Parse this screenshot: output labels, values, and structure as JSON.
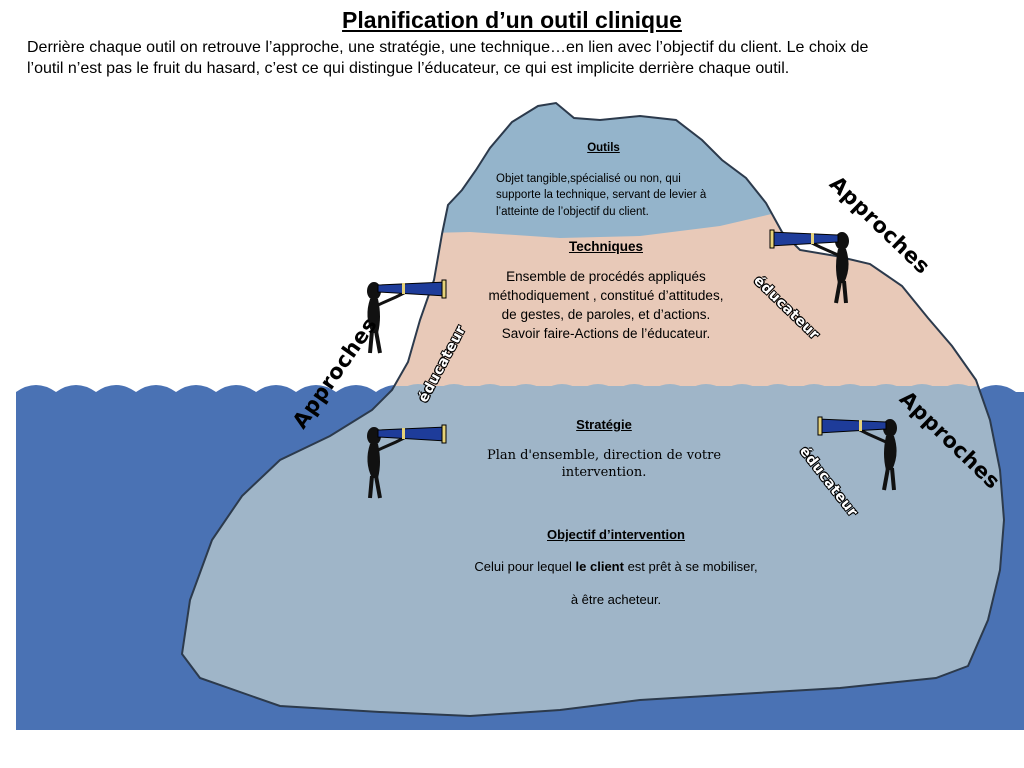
{
  "title": "Planification d’un outil clinique",
  "intro": "Derrière chaque outil on retrouve l’approche, une stratégie, une technique…en lien avec l’objectif du client. Le choix de l’outil n’est pas le fruit du hasard, c’est ce qui distingue l’éducateur, ce qui est implicite derrière chaque outil.",
  "outils": {
    "heading": "Outils",
    "text": "Objet tangible,spécialisé ou non, qui supporte la technique, servant de levier à l’atteinte de l’objectif du client."
  },
  "techniques": {
    "heading": "Techniques",
    "text": "Ensemble de procédés appliqués méthodiquement , constitué d’attitudes, de gestes, de paroles, et d’actions. Savoir faire-Actions de l’éducateur."
  },
  "strategie": {
    "heading": "Stratégie",
    "text": "Plan d'ensemble, direction de votre intervention."
  },
  "objectif": {
    "heading": "Objectif d’intervention",
    "line1_before": "Celui pour lequel ",
    "line1_bold": "le client",
    "line1_after": " est prêt à se mobiliser,",
    "line2": "à être acheteur."
  },
  "labels": {
    "approches": "Approches",
    "educateur": "éducateur"
  },
  "colors": {
    "sea": "#4a72b4",
    "iceberg_top": "#94b4cb",
    "iceberg_band": "#e8c9b8",
    "iceberg_under": "#9fb5c8",
    "telescope": "#1e3c9a"
  }
}
